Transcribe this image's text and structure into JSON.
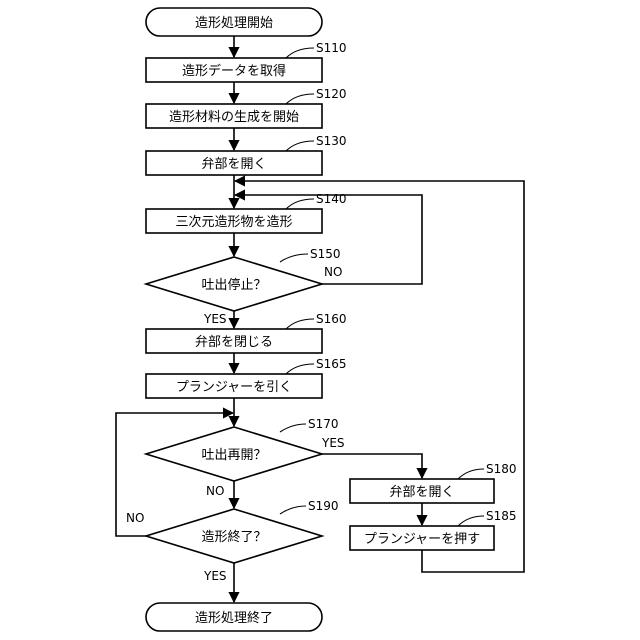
{
  "flowchart": {
    "start": "造形処理開始",
    "end": "造形処理終了",
    "steps": {
      "s110": {
        "id": "S110",
        "text": "造形データを取得"
      },
      "s120": {
        "id": "S120",
        "text": "造形材料の生成を開始"
      },
      "s130": {
        "id": "S130",
        "text": "弁部を開く"
      },
      "s140": {
        "id": "S140",
        "text": "三次元造形物を造形"
      },
      "s150": {
        "id": "S150",
        "text": "吐出停止？"
      },
      "s160": {
        "id": "S160",
        "text": "弁部を閉じる"
      },
      "s165": {
        "id": "S165",
        "text": "プランジャーを引く"
      },
      "s170": {
        "id": "S170",
        "text": "吐出再開？"
      },
      "s180": {
        "id": "S180",
        "text": "弁部を開く"
      },
      "s185": {
        "id": "S185",
        "text": "プランジャーを押す"
      },
      "s190": {
        "id": "S190",
        "text": "造形終了？"
      }
    },
    "labels": {
      "s150_yes": "YES",
      "s150_no": "NO",
      "s170_yes": "YES",
      "s170_no": "NO",
      "s190_yes": "YES",
      "s190_no": "NO"
    }
  }
}
